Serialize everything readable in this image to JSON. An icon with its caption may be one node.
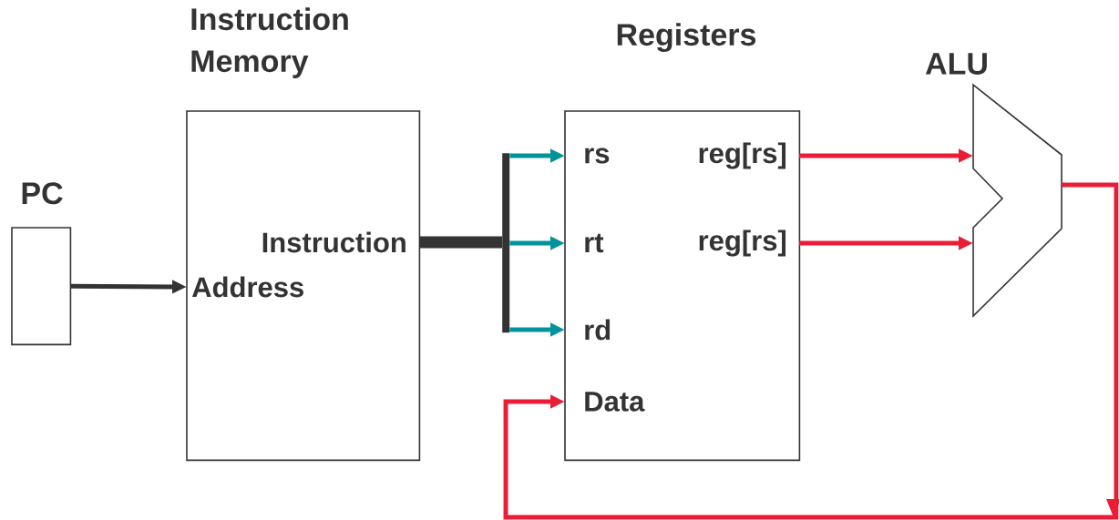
{
  "diagram": {
    "nodes": [
      {
        "text": [
          "PC"
        ]
      },
      {
        "text": [
          "Instruction Memory"
        ]
      },
      {
        "text": [
          "Address"
        ],
        "in": 1
      },
      {
        "text": [
          "Instruction"
        ],
        "in": 1
      },
      {
        "text": [
          "Registers"
        ]
      },
      {
        "text": [
          "rs"
        ],
        "in": 4
      },
      {
        "text": [
          "rt"
        ],
        "in": 4
      },
      {
        "text": [
          "rd"
        ],
        "in": 4
      },
      {
        "text": [
          "Data"
        ],
        "in": 4
      },
      {
        "text": [
          "reg[rs]"
        ],
        "in": 4
      },
      {
        "text": [
          "reg[rs]"
        ],
        "in": 4
      },
      {
        "text": [
          "ALU"
        ]
      },
      {
        "text": [],
        "shape": "bar"
      }
    ],
    "edges": [
      {
        "from": 0,
        "to": 2,
        "arrow": "to",
        "color": "#333333"
      },
      {
        "from": 3,
        "to": 12,
        "arrow": "none",
        "color": "#333333",
        "style": "thick"
      },
      {
        "from": 12,
        "to": 5,
        "arrow": "to",
        "color": "#00939c"
      },
      {
        "from": 12,
        "to": 6,
        "arrow": "to",
        "color": "#00939c"
      },
      {
        "from": 12,
        "to": 7,
        "arrow": "to",
        "color": "#00939c"
      },
      {
        "from": 9,
        "to": 11,
        "arrow": "to",
        "color": "#ea1d36"
      },
      {
        "from": 10,
        "to": 11,
        "arrow": "to",
        "color": "#ea1d36"
      },
      {
        "from": 11,
        "to": 8,
        "arrow": "to",
        "color": "#ea1d36"
      }
    ]
  }
}
